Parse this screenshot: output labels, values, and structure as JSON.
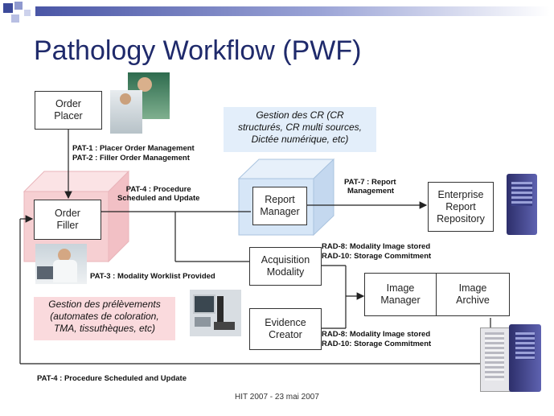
{
  "title": "Pathology Workflow (PWF)",
  "footer": "HIT 2007 - 23 mai 2007",
  "actors": {
    "order_placer": [
      "Order",
      "Placer"
    ],
    "order_filler": [
      "Order",
      "Filler"
    ],
    "report_manager": [
      "Report",
      "Manager"
    ],
    "enterprise_repo": [
      "Enterprise",
      "Report",
      "Repository"
    ],
    "acquisition": [
      "Acquisition",
      "Modality"
    ],
    "evidence": [
      "Evidence",
      "Creator"
    ],
    "image_manager": [
      "Image",
      "Manager"
    ],
    "image_archive": [
      "Image",
      "Archive"
    ]
  },
  "transactions": {
    "pat1": "PAT-1 : Placer Order Management",
    "pat2": "PAT-2 : Filler Order Management",
    "pat4_top": [
      "PAT-4 : Procedure",
      "Scheduled and Update"
    ],
    "pat7": [
      "PAT-7 : Report",
      "Management"
    ],
    "pat3": "PAT-3 : Modality Worklist Provided",
    "rad8_a": "RAD-8: Modality Image stored",
    "rad10_a": "RAD-10: Storage Commitment",
    "rad8_b": "RAD-8: Modality Image stored",
    "rad10_b": "RAD-10: Storage Commitment",
    "pat4_bottom": "PAT-4 : Procedure Scheduled and Update"
  },
  "notes": {
    "gestion_cr": [
      "Gestion des CR (CR",
      "structurés, CR multi sources,",
      "Dictée numérique, etc)"
    ],
    "gestion_prel": [
      "Gestion des prélèvements",
      "(automates de coloration,",
      "TMA, tissuthèques, etc)"
    ]
  },
  "colors": {
    "title": "#1f2a6b",
    "cube_pink": "#f6cfd2",
    "cube_blue": "#d6e6f7",
    "note_blue": "#e3eefa",
    "note_pink": "#fadadd"
  }
}
